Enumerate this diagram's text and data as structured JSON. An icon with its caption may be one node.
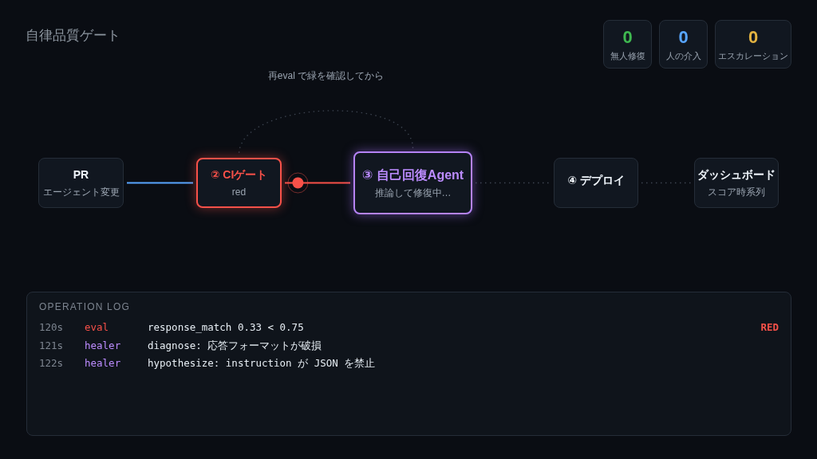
{
  "diagram": {
    "title": "自律品質ゲート",
    "nodes": [
      {
        "text": [
          "0",
          "無人修復"
        ]
      },
      {
        "text": [
          "0",
          "人の介入"
        ]
      },
      {
        "text": [
          "0",
          "エスカレーション"
        ]
      },
      {
        "text": [
          "PR",
          "エージェント変更"
        ]
      },
      {
        "text": [
          "② CIゲート",
          "red"
        ]
      },
      {
        "text": [
          "③ 自己回復Agent",
          "推論して修復中…"
        ]
      },
      {
        "text": [
          "④ デプロイ"
        ]
      },
      {
        "text": [
          "ダッシュボード",
          "スコア時系列"
        ]
      },
      {
        "text": [
          "OPERATION LOG",
          "120s",
          "eval",
          "response_match 0.33 < 0.75",
          "RED",
          "121s",
          "healer",
          "diagnose: 応答フォーマットが破損",
          "122s",
          "healer",
          "hypothesize: instruction が JSON を禁止"
        ]
      }
    ],
    "edges": [
      {
        "from": 3,
        "to": 4,
        "arrow": "none",
        "color": "#58a6ff"
      },
      {
        "from": 4,
        "to": 5,
        "arrow": "none",
        "color": "#f85149"
      },
      {
        "from": 5,
        "to": 6,
        "arrow": "none",
        "style": "dashed"
      },
      {
        "from": 6,
        "to": 7,
        "arrow": "none",
        "style": "dashed"
      },
      {
        "from": 5,
        "to": 4,
        "arrow": "none",
        "style": "dashed",
        "label": "再eval で緑を確認してから"
      }
    ]
  }
}
